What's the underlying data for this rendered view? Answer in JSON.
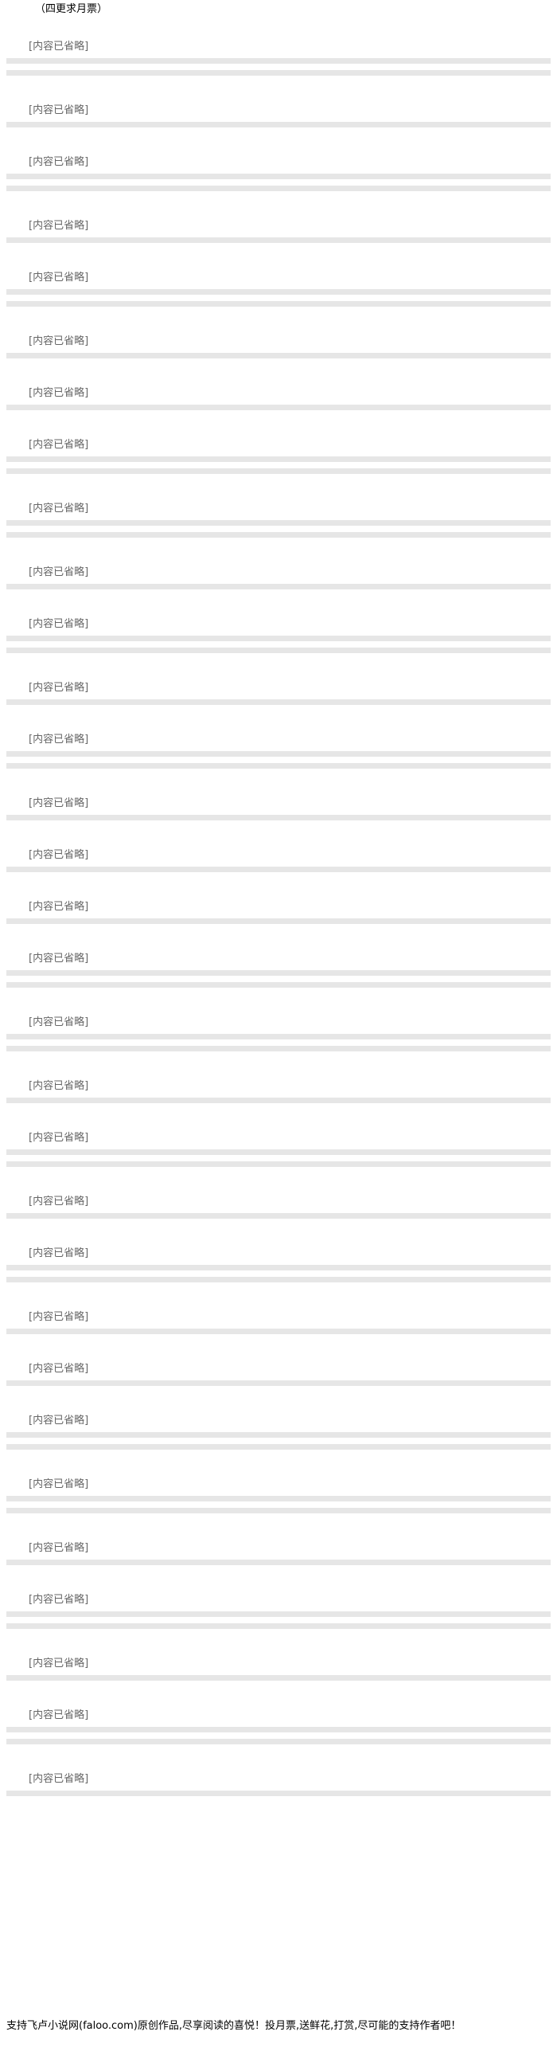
{
  "header": "（四更求月票）",
  "redacted_label": "[内容已省略]",
  "paragraph_count": 31,
  "footer": "支持飞卢小说网(faloo.com)原创作品,尽享阅读的喜悦！投月票,送鲜花,打赏,尽可能的支持作者吧！"
}
